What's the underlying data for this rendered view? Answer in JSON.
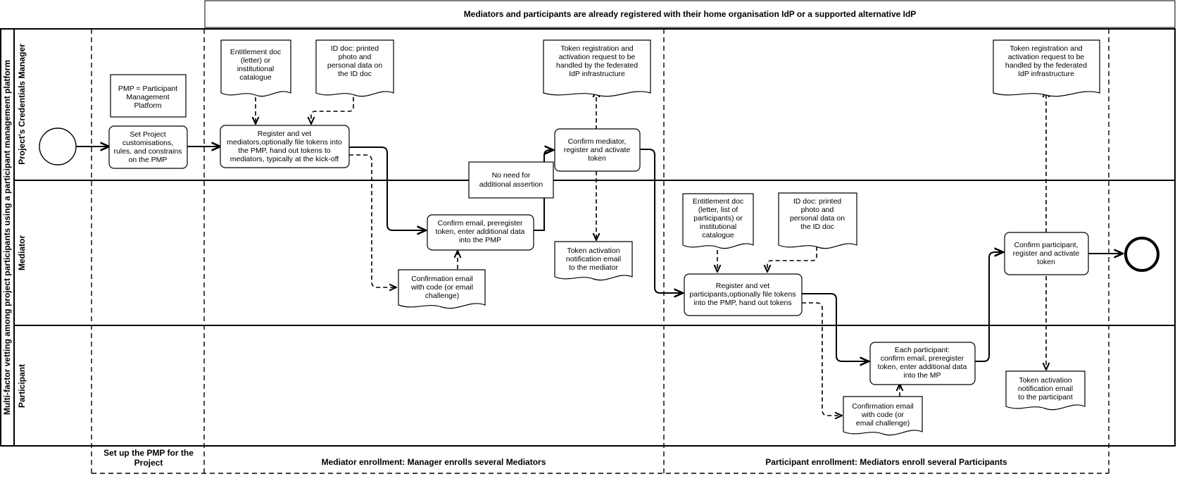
{
  "banner": "Mediators and participants are already registered with their home organisation IdP or a supported alternative IdP",
  "pool_label": "Multi-factor vetting among project participants using a participant management platform",
  "lanes": {
    "manager": "Project's Credentials Manager",
    "mediator": "Mediator",
    "participant": "Participant"
  },
  "phases": {
    "setup": [
      "Set up the PMP for the",
      "Project"
    ],
    "mediator": "Mediator enrollment: Manager enrolls several Mediators",
    "participant": "Participant enrollment: Mediators enroll several Participants"
  },
  "notes": {
    "pmp": [
      "PMP = Participant",
      "Management",
      "Platform"
    ],
    "no_need": [
      "No need for",
      "additional assertion"
    ]
  },
  "tasks": {
    "setup": [
      "Set Project",
      "customisations,",
      "rules, and constrains",
      "on the PMP"
    ],
    "register_mediators": [
      "Register and vet",
      "mediators,optionally file tokens into",
      "the PMP, hand out tokens to",
      "mediators, typically at the kick-off"
    ],
    "confirm_email_mediator": [
      "Confirm email, preregister",
      "token, enter additional data",
      "into the PMP"
    ],
    "confirm_mediator": [
      "Confirm mediator,",
      "register and activate",
      "token"
    ],
    "register_participants": [
      "Register and vet",
      "participants,optionally file tokens",
      "into the PMP, hand out tokens"
    ],
    "each_participant": [
      "Each participant:",
      "confirm email, preregister",
      "token, enter additional data",
      "into the MP"
    ],
    "confirm_participant": [
      "Confirm participant,",
      "register and activate",
      "token"
    ]
  },
  "documents": {
    "entitlement_1": [
      "Entitlement doc",
      "(letter) or",
      "institutional",
      "catalogue"
    ],
    "id_doc_1": [
      "ID doc: printed",
      "photo and",
      "personal data on",
      "the ID doc"
    ],
    "token_reg_1": [
      "Token registration and",
      "activation request to be",
      "handled by the federated",
      "IdP infrastructure"
    ],
    "confirmation_email_1": [
      "Confirmation email",
      "with code (or email",
      "challenge)"
    ],
    "token_activation_1": [
      "Token activation",
      "notification email",
      "to the mediator"
    ],
    "entitlement_2": [
      "Entitlement doc",
      "(letter, list of",
      "participants) or",
      "institutional",
      "catalogue"
    ],
    "id_doc_2": [
      "ID doc: printed",
      "photo and",
      "personal data on",
      "the ID doc"
    ],
    "token_reg_2": [
      "Token registration and",
      "activation request to be",
      "handled by the federated",
      "IdP infrastructure"
    ],
    "confirmation_email_2": [
      "Confirmation email",
      "with code (or",
      "email challenge)"
    ],
    "token_activation_2": [
      "Token activation",
      "notification email",
      "to the participant"
    ]
  }
}
